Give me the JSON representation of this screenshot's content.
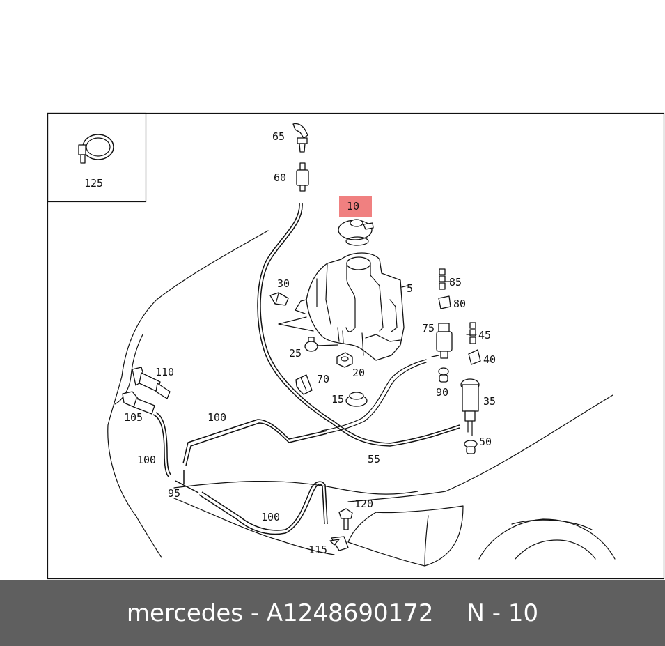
{
  "diagram": {
    "inset_label": "125",
    "highlight_color": "#f08080",
    "highlighted_part": "10",
    "labels": {
      "p65": "65",
      "p60": "60",
      "p10": "10",
      "p30": "30",
      "p5": "5",
      "p85": "85",
      "p80": "80",
      "p75": "75",
      "p45": "45",
      "p40": "40",
      "p25": "25",
      "p20": "20",
      "p70": "70",
      "p15": "15",
      "p90": "90",
      "p35": "35",
      "p110": "110",
      "p105": "105",
      "p100a": "100",
      "p100b": "100",
      "p100c": "100",
      "p55": "55",
      "p50": "50",
      "p95": "95",
      "p120": "120",
      "p115": "115"
    }
  },
  "footer": {
    "brand": "mercedes",
    "sep1": "-",
    "part_number": "A1248690172",
    "position_prefix": "N",
    "sep2": "-",
    "position_number": "10"
  }
}
